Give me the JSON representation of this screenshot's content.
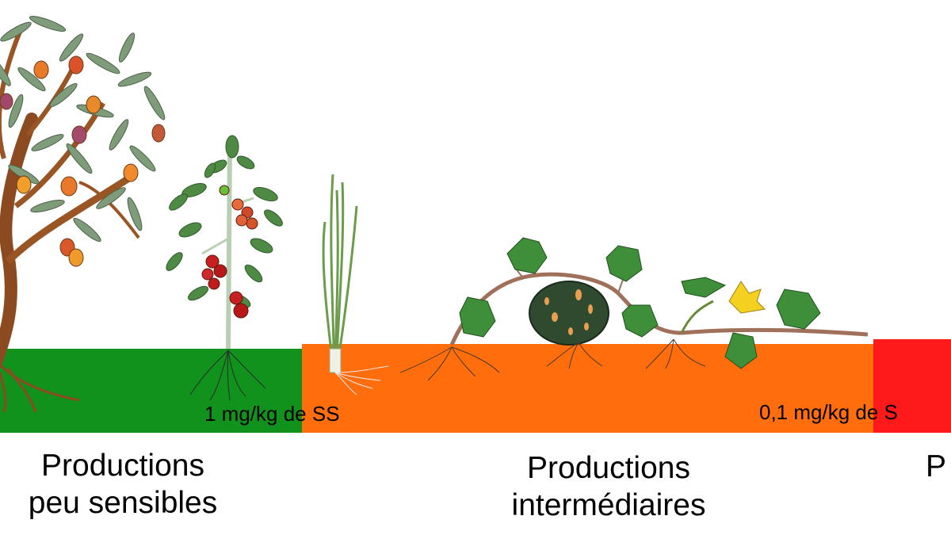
{
  "zones": [
    {
      "id": "low",
      "color": "#10921d",
      "label_line1": "Productions",
      "label_line2": "peu sensibles"
    },
    {
      "id": "intermediate",
      "color": "#ff6d0d",
      "label_line1": "Productions",
      "label_line2": "intermédiaires"
    },
    {
      "id": "high",
      "color": "#fe1a1a",
      "label_line1": "P",
      "label_line2": ""
    }
  ],
  "thresholds": {
    "first": "1 mg/kg de SS",
    "second": "0,1 mg/kg de S"
  },
  "plant_icons": [
    "mango-tree-icon",
    "tomato-plant-icon",
    "leek-plant-icon",
    "pumpkin-vine-icon"
  ]
}
